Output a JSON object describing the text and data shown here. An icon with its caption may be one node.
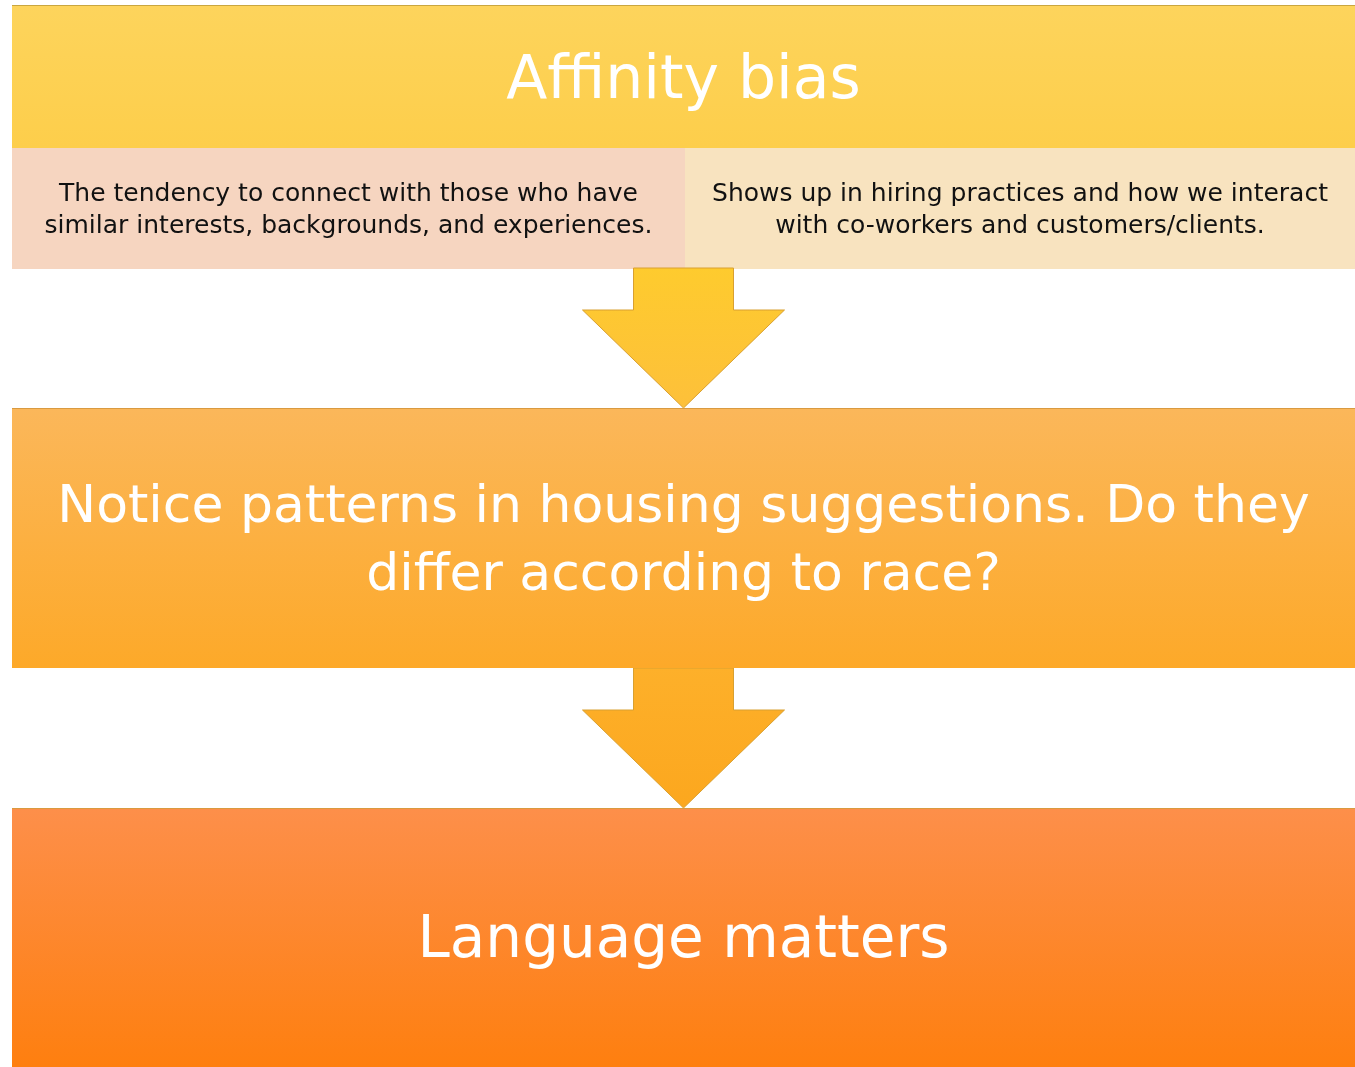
{
  "diagram": {
    "nodes": [
      {
        "text": [
          "Affinity bias"
        ]
      },
      {
        "text": [
          "The tendency to connect with those who have similar interests, backgrounds, and experiences."
        ],
        "in": 0
      },
      {
        "text": [
          "Shows up in hiring practices and how we interact with co-workers and customers/clients."
        ],
        "in": 0
      },
      {
        "text": [
          "Notice patterns in housing suggestions. Do they differ according to race?"
        ]
      },
      {
        "text": [
          "Language matters"
        ]
      }
    ],
    "edges": [
      {
        "from": 0,
        "to": 3,
        "arrow": "to"
      },
      {
        "from": 3,
        "to": 4,
        "arrow": "to"
      }
    ]
  }
}
